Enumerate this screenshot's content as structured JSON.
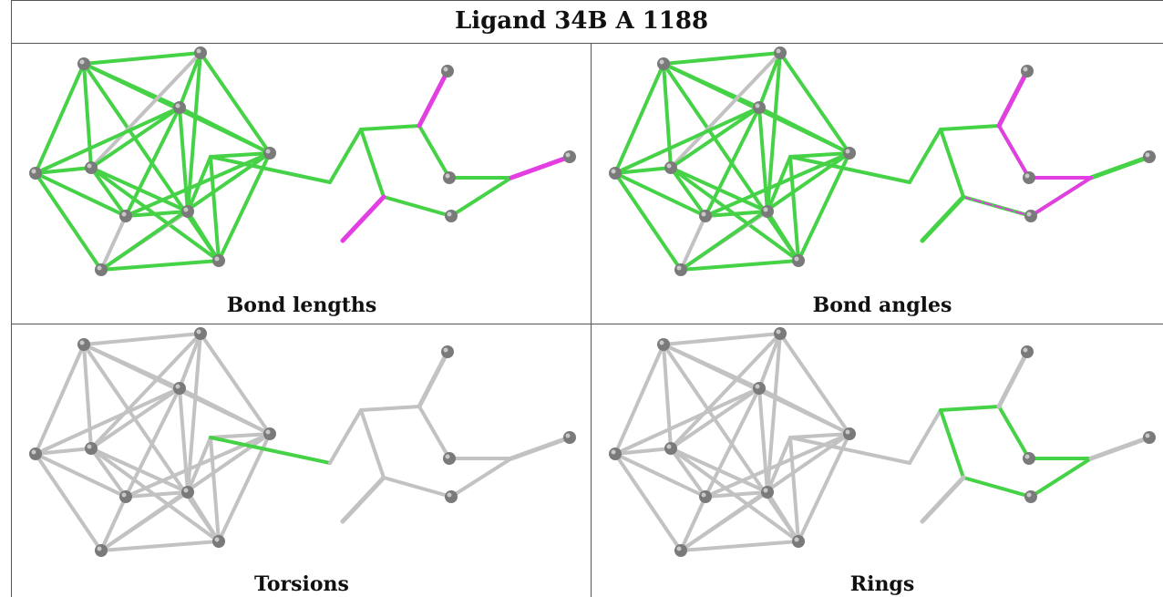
{
  "title": "Ligand 34B A 1188",
  "panels": [
    {
      "caption": "Bond lengths"
    },
    {
      "caption": "Bond angles"
    },
    {
      "caption": "Torsions"
    },
    {
      "caption": "Rings"
    }
  ],
  "colors": {
    "normal_bond": "#c2c2c2",
    "highlight_bond": "#46d246",
    "outlier_bond": "#e23ee2",
    "atom": "#7a7a7a",
    "border": "#555555"
  }
}
